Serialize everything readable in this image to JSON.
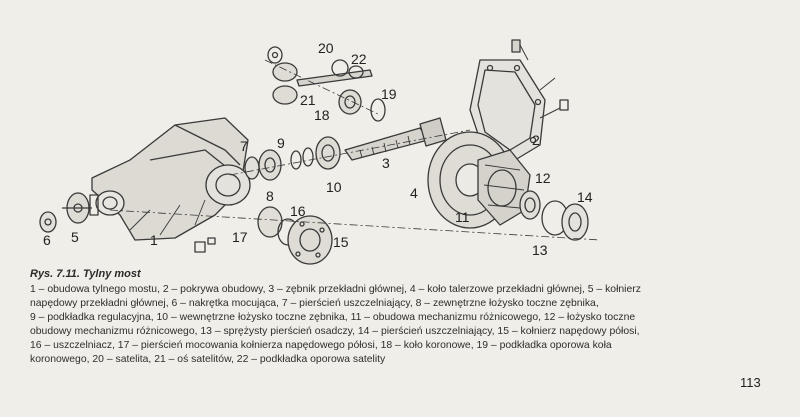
{
  "figure": {
    "callouts": [
      "1",
      "2",
      "3",
      "4",
      "5",
      "6",
      "7",
      "8",
      "9",
      "10",
      "11",
      "12",
      "13",
      "14",
      "15",
      "16",
      "17",
      "18",
      "19",
      "20",
      "21",
      "22"
    ]
  },
  "caption": {
    "title": "Rys. 7.11. Tylny most",
    "lines": [
      "1 – obudowa tylnego mostu, 2 – pokrywa obudowy, 3 – zębnik przekładni głównej, 4 – koło talerzowe przekładni głównej, 5 – kołnierz",
      "napędowy przekładni głównej, 6 – nakrętka mocująca, 7 – pierścień uszczelniający, 8 – zewnętrzne łożysko toczne zębnika,",
      "9 – podkładka regulacyjna, 10 – wewnętrzne łożysko toczne zębnika, 11 – obudowa mechanizmu różnicowego, 12 – łożysko toczne",
      "obudowy mechanizmu różnicowego, 13 – sprężysty pierścień osadczy, 14 – pierścień uszczelniający, 15 – kołnierz napędowy półosi,",
      "16 – uszczelniacz, 17 – pierścień mocowania kołnierza napędowego półosi, 18 – koło koronowe, 19 – podkładka oporowa koła",
      "koronowego, 20 – satelita, 21 – oś satelitów, 22 – podkładka oporowa satelity"
    ]
  },
  "page_number": "113"
}
